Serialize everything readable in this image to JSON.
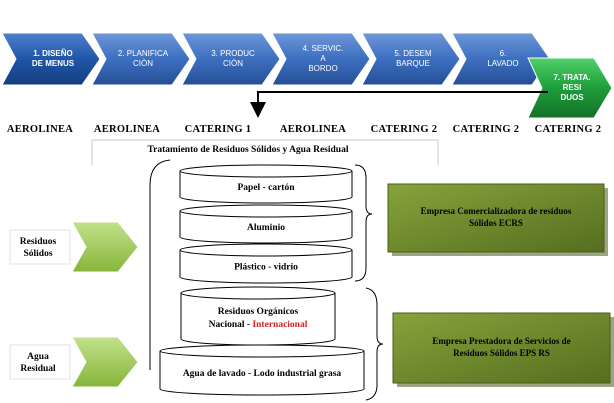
{
  "process_steps": [
    {
      "lines": [
        "1. DISEÑO",
        "DE MENUS"
      ],
      "color": "#1f56a8",
      "bold": true
    },
    {
      "lines": [
        "2. PLANIFICA",
        "CIÒN"
      ],
      "color": "#3d73c4",
      "bold": false
    },
    {
      "lines": [
        "3. PRODUC",
        "CIÒN"
      ],
      "color": "#3d73c4",
      "bold": false
    },
    {
      "lines": [
        "4. SERVIC.",
        "A",
        "BORDO"
      ],
      "color": "#3d73c4",
      "bold": false
    },
    {
      "lines": [
        "5. DESEM",
        "BARQUE"
      ],
      "color": "#3d73c4",
      "bold": false
    },
    {
      "lines": [
        "6.",
        "LAVADO"
      ],
      "color": "#3d73c4",
      "bold": false
    },
    {
      "lines": [
        "7. TRATA.",
        "RESI",
        "DUOS"
      ],
      "color": "#1e9e3a",
      "bold": true
    }
  ],
  "roles": [
    "AEROLINEA",
    "AEROLINEA",
    "CATERING 1",
    "AEROLINEA",
    "CATERING 2",
    "CATERING 2",
    "CATERING 2"
  ],
  "section_title": "Tratamiento de Residuos Sólidos y Agua Residual",
  "cylinders": [
    {
      "lines": [
        "Papel  -  cartón"
      ]
    },
    {
      "lines": [
        "Aluminio"
      ]
    },
    {
      "lines": [
        "Plástico  -  vidrio"
      ]
    },
    {
      "lines": [
        "Residuos Orgánicos"
      ],
      "line2_prefix": "Nacional  - ",
      "line2_highlight": "Internacional",
      "highlight_color": "#d42020"
    },
    {
      "lines": [
        "Agua de lavado - Lodo industrial grasa"
      ]
    }
  ],
  "inputs": [
    {
      "lines": [
        "Residuos",
        "Sólidos"
      ]
    },
    {
      "lines": [
        "Agua",
        "Residual"
      ]
    }
  ],
  "companies": [
    {
      "lines": [
        "Empresa   Comercializadora de residuos",
        "Sólidos  ECRS"
      ]
    },
    {
      "lines": [
        "Empresa Prestadora de Servicios de",
        "Residuos Sólidos   EPS RS"
      ]
    }
  ],
  "colors": {
    "olive_box": "#6f8a2e",
    "light_green_arrow": "#9ccc4a"
  }
}
